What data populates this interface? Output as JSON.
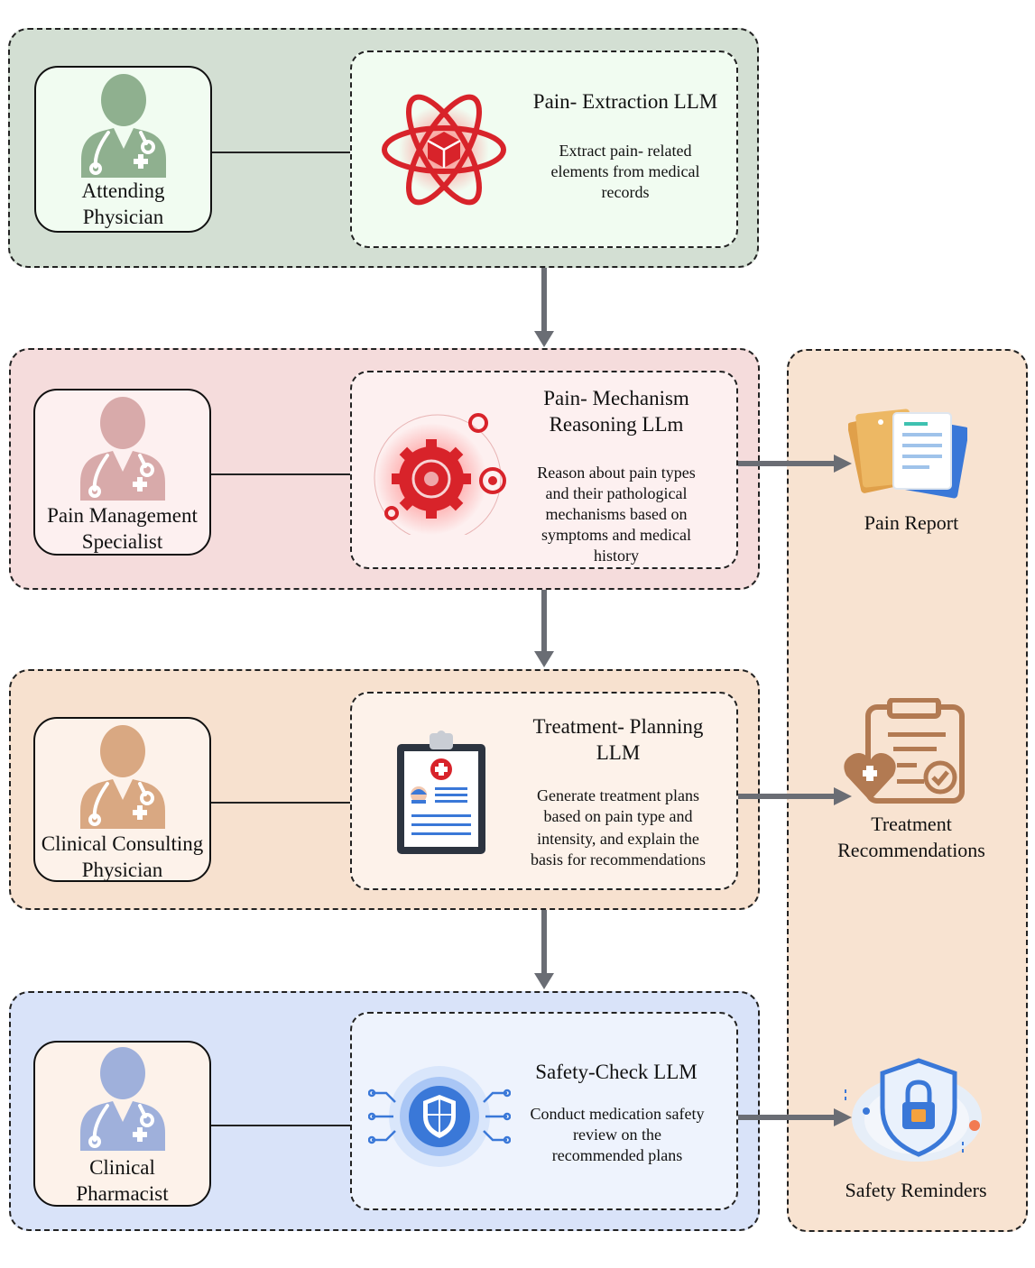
{
  "stages": [
    {
      "role": [
        "Attending",
        "Physician"
      ],
      "llm_title": [
        "Pain- Extraction LLM"
      ],
      "llm_desc": [
        "Extract pain- related",
        "elements from medical",
        "records"
      ],
      "icon": "atom-icon",
      "stage_color": "#d3dfd3",
      "role_bg": "#f1fcf1",
      "person_color": "#8fb08f"
    },
    {
      "role": [
        "Pain Management",
        "Specialist"
      ],
      "llm_title": [
        "Pain- Mechanism",
        "Reasoning LLm"
      ],
      "llm_desc": [
        "Reason about pain types",
        "and their pathological",
        "mechanisms based on",
        "symptoms and medical",
        "history"
      ],
      "icon": "gear-icon",
      "stage_color": "#f5dcdc",
      "role_bg": "#fdf0f0",
      "person_color": "#d8aaaa"
    },
    {
      "role": [
        "Clinical Consulting",
        "Physician"
      ],
      "llm_title": [
        "Treatment- Planning",
        "LLM"
      ],
      "llm_desc": [
        "Generate treatment plans",
        "based on pain type and",
        "intensity,  and explain the",
        "basis for recommendations"
      ],
      "icon": "clipboard-icon",
      "stage_color": "#f7e1cf",
      "role_bg": "#fdf2ea",
      "person_color": "#d9a882"
    },
    {
      "role": [
        "Clinical",
        "Pharmacist"
      ],
      "llm_title": [
        "Safety-Check LLM"
      ],
      "llm_desc": [
        "Conduct medication safety",
        "review on the",
        "recommended plans"
      ],
      "icon": "shield-icon",
      "stage_color": "#d9e3f9",
      "role_bg": "#fdf2ea",
      "person_color": "#9fb0db"
    }
  ],
  "outputs": [
    {
      "label": [
        "Pain Report"
      ],
      "icon": "documents-icon"
    },
    {
      "label": [
        "Treatment",
        "Recommendations"
      ],
      "icon": "clipboard-heart-icon"
    },
    {
      "label": [
        "Safety Reminders"
      ],
      "icon": "lock-shield-icon"
    }
  ],
  "colors": {
    "output_panel": "#f8e3d1",
    "arrow": "#6a6d74",
    "accent_red": "#d8232a",
    "accent_blue": "#3a78d8"
  }
}
